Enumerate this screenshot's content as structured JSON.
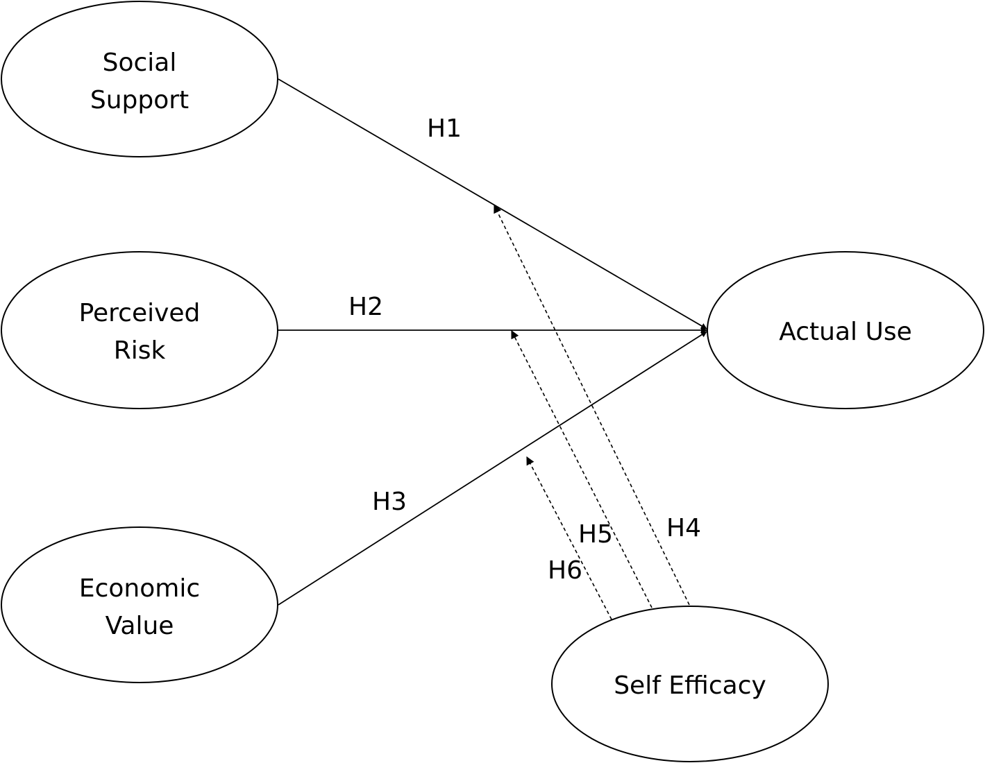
{
  "diagram": {
    "nodes": {
      "social_support": {
        "lines": [
          "Social",
          "Support"
        ]
      },
      "perceived_risk": {
        "lines": [
          "Perceived",
          "Risk"
        ]
      },
      "economic_value": {
        "lines": [
          "Economic",
          "Value"
        ]
      },
      "actual_use": {
        "lines": [
          "Actual Use"
        ]
      },
      "self_efficacy": {
        "lines": [
          "Self Efficacy"
        ]
      }
    },
    "edges": {
      "h1": {
        "label": "H1",
        "from": "Social Support",
        "to": "Actual Use",
        "style": "solid"
      },
      "h2": {
        "label": "H2",
        "from": "Perceived Risk",
        "to": "Actual Use",
        "style": "solid"
      },
      "h3": {
        "label": "H3",
        "from": "Economic Value",
        "to": "Actual Use",
        "style": "solid"
      },
      "h4": {
        "label": "H4",
        "from": "Self Efficacy",
        "to": "H1 path",
        "style": "dashed"
      },
      "h5": {
        "label": "H5",
        "from": "Self Efficacy",
        "to": "H2 path",
        "style": "dashed"
      },
      "h6": {
        "label": "H6",
        "from": "Self Efficacy",
        "to": "H3 path",
        "style": "dashed"
      }
    },
    "colors": {
      "stroke": "#000000",
      "background": "#ffffff"
    }
  }
}
